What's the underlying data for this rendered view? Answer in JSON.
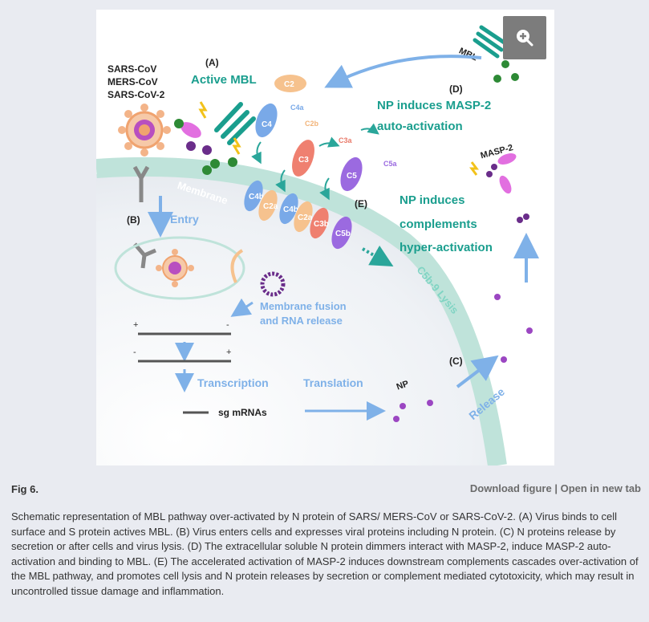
{
  "figure": {
    "virus_names": [
      "SARS-CoV",
      "MERS-CoV",
      "SARS-CoV-2"
    ],
    "panel_a": {
      "letter": "(A)",
      "title": "Active MBL"
    },
    "panel_b": {
      "letter": "(B)",
      "entry": "Entry",
      "fusion_line1": "Membrane fusion",
      "fusion_line2": "and RNA release"
    },
    "panel_c": {
      "letter": "(C)",
      "release": "Release"
    },
    "panel_d": {
      "letter": "(D)",
      "line1": "NP induces MASP-2",
      "line2": "auto-activation",
      "masp2": "MASP-2",
      "mbl": "MBL"
    },
    "panel_e": {
      "letter": "(E)",
      "line1": "NP induces",
      "line2": "complements",
      "line3": "hyper-activation"
    },
    "membrane": "Membrane",
    "lysis": "C5b-9 Lysis",
    "strand_signs": {
      "top_left": "+",
      "top_right": "-",
      "bottom_left": "-",
      "bottom_right": "+"
    },
    "transcription": "Transcription",
    "translation": "Translation",
    "np": "NP",
    "sg_mrnas": "sg mRNAs",
    "complements": [
      "C2",
      "C4a",
      "C2b",
      "C4",
      "C3a",
      "C3",
      "C5a",
      "C5",
      "C4b",
      "C2a",
      "C4b",
      "C2a",
      "C3b",
      "C5b"
    ],
    "colors": {
      "teal": "#1a9e8e",
      "blue_arrow": "#7fb1e8",
      "purple": "#6a2d8a",
      "green": "#2d8a35",
      "membrane": "#bfe3da"
    }
  },
  "fig_label": "Fig 6.",
  "actions": {
    "download": "Download figure",
    "separator": " | ",
    "open": "Open in new tab"
  },
  "caption": "Schematic representation of MBL pathway over-activated by N protein of SARS/ MERS-CoV or SARS-CoV-2. (A) Virus binds to cell surface and S protein actives MBL. (B) Virus enters cells and expresses viral proteins including N protein. (C) N proteins release by secretion or after cells and virus lysis. (D) The extracellular soluble N protein dimmers interact with MASP-2, induce MASP-2 auto-activation and binding to MBL. (E) The accelerated activation of MASP-2 induces downstream complements cascades over-activation of the MBL pathway, and promotes cell lysis and N protein releases by secretion or complement mediated cytotoxicity, which may result in uncontrolled tissue damage and inflammation."
}
